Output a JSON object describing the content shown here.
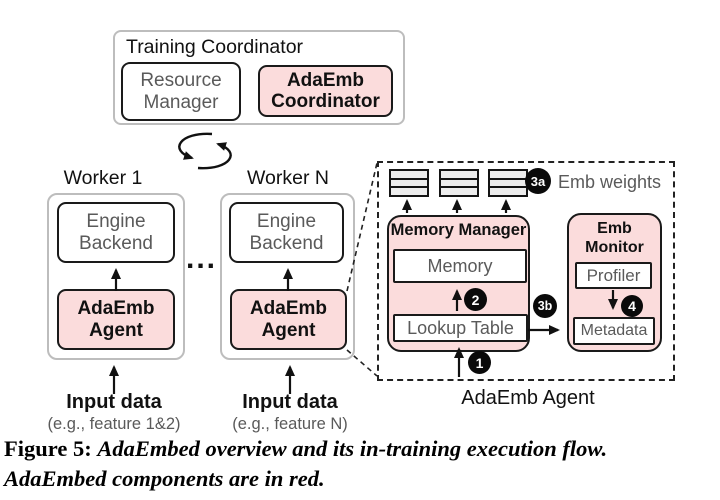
{
  "figure": {
    "coordinator": {
      "title": "Training Coordinator",
      "resource_manager_line1": "Resource",
      "resource_manager_line2": "Manager",
      "adaemb_coordinator_line1": "AdaEmb",
      "adaemb_coordinator_line2": "Coordinator"
    },
    "workers": {
      "worker1_title": "Worker 1",
      "workerN_title": "Worker N",
      "engine_line1": "Engine",
      "engine_line2": "Backend",
      "agent_line1": "AdaEmb",
      "agent_line2": "Agent",
      "ellipsis": "...",
      "input1_line1": "Input data",
      "input1_line2": "(e.g., feature 1&2)",
      "inputN_line1": "Input data",
      "inputN_line2": "(e.g., feature N)"
    },
    "detail": {
      "emb_weights_label": "Emb weights",
      "memory_manager_title": "Memory Manager",
      "memory_label": "Memory",
      "lookup_table_label": "Lookup Table",
      "emb_monitor_line1": "Emb",
      "emb_monitor_line2": "Monitor",
      "profiler_label": "Profiler",
      "metadata_label": "Metadata",
      "agent_caption": "AdaEmb Agent",
      "badge_1": "1",
      "badge_2": "2",
      "badge_3a": "3a",
      "badge_3b": "3b",
      "badge_4": "4"
    },
    "caption": {
      "prefix": "Figure 5:",
      "line1": "AdaEmbed overview and its in-training execution flow.",
      "line2": "AdaEmbed components are in red."
    },
    "colors": {
      "component_pink": "#fbdcdc",
      "badge_black": "#0a0a0a",
      "muted_text_gray": "#5a5a5a"
    }
  }
}
